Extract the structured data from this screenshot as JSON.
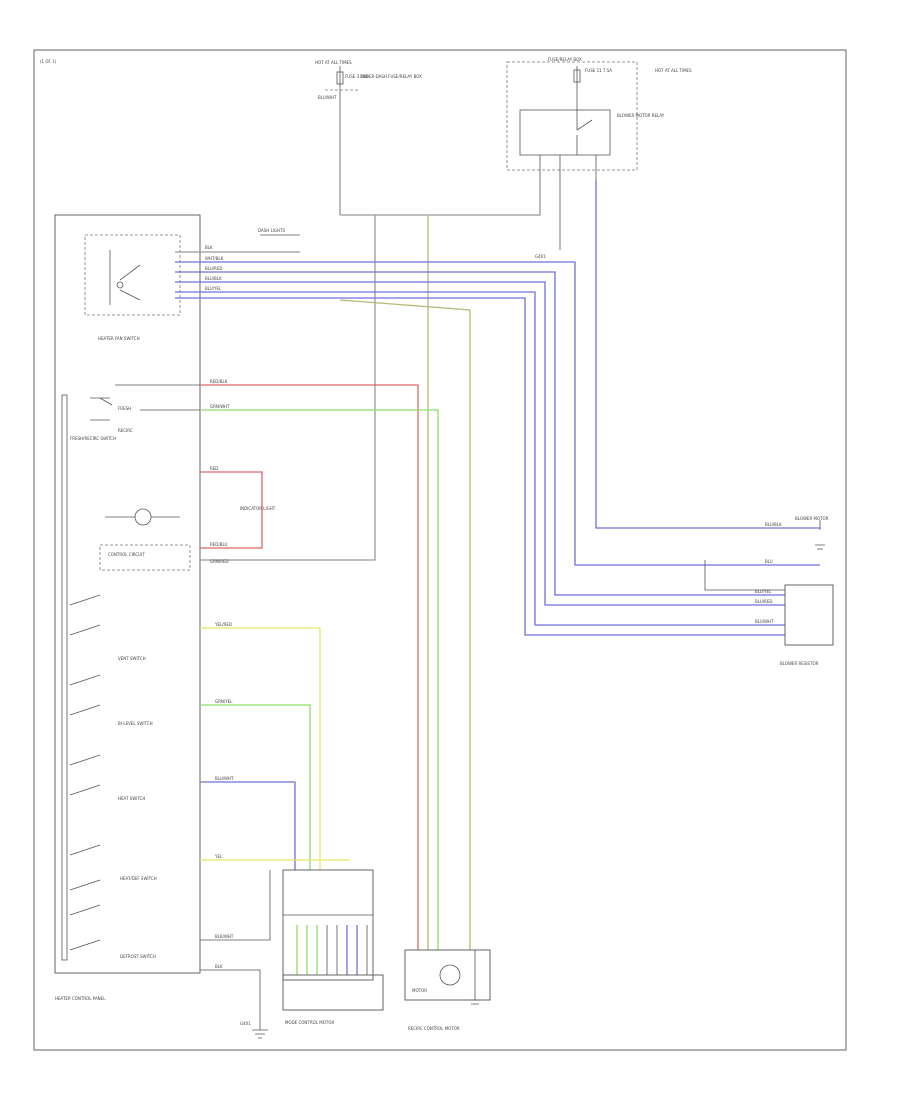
{
  "page_corner_label": "(1 OF 1)",
  "footer_code": "",
  "colors": {
    "frame": "#555555",
    "red_wire": "#e06666",
    "green_wire": "#8fdc6a",
    "yellow_wire": "#e6e66b",
    "blue_wire": "#6f6fdc",
    "olive_wire": "#b7b775",
    "brown_wire": "#c9a073",
    "gray_wire": "#9a9a9a"
  },
  "labels": {
    "hot_at_all_times_top": "HOT AT ALL TIMES",
    "fuse_top": "FUSE 3 10A",
    "junction_top": "UNDER-DASH FUSE/RELAY BOX",
    "fuse_relay_box": "FUSE/RELAY BOX",
    "hot_right": "HOT AT ALL TIMES",
    "fuse_right": "FUSE 11 7.5A",
    "relay_label": "BLOWER MOTOR RELAY",
    "gnd_label": "G401",
    "heater_fan_switch": "HEATER FAN SWITCH",
    "blower_motor": "BLOWER MOTOR",
    "blower_resistor": "BLOWER RESISTOR",
    "heater_control_panel": "HEATER CONTROL PANEL",
    "fresh_recirc_switch": "FRESH/RECIRC SWITCH",
    "fresh": "FRESH",
    "recirc": "RECIRC",
    "indicator_light": "INDICATOR LIGHT",
    "control_circuit": "CONTROL CIRCUIT",
    "vent_switch": "VENT SWITCH",
    "bi_level_switch": "BI-LEVEL SWITCH",
    "heat_switch": "HEAT SWITCH",
    "heat_def_switch": "HEAT/DEF SWITCH",
    "defrost_switch": "DEFROST SWITCH",
    "mode_control_motor": "MODE CONTROL MOTOR",
    "recirc_control_motor": "RECIRC CONTROL MOTOR",
    "motor": "MOTOR",
    "dash_lights": "DASH LIGHTS",
    "ground": "G401"
  },
  "wire_labels": {
    "w1": "BLU/WHT",
    "w2": "BLK",
    "w3": "WHT/BLK",
    "w4": "BLU/RED",
    "w5": "BLU/BLK",
    "w6": "BLU/YEL",
    "w7": "RED/BLK",
    "w8": "GRN/WHT",
    "w9": "RED",
    "w10": "RED/BLU",
    "w11": "GRN/RED",
    "w12": "YEL/RED",
    "w13": "GRN/YEL",
    "w14": "BLU/WHT",
    "w15": "YEL",
    "w16": "BLK/WHT",
    "w17": "BLK",
    "w18": "BLU/BLK",
    "w19": "BLU",
    "w20": "BLU/YEL",
    "w21": "BLU/RED",
    "w22": "BLU/WHT"
  }
}
